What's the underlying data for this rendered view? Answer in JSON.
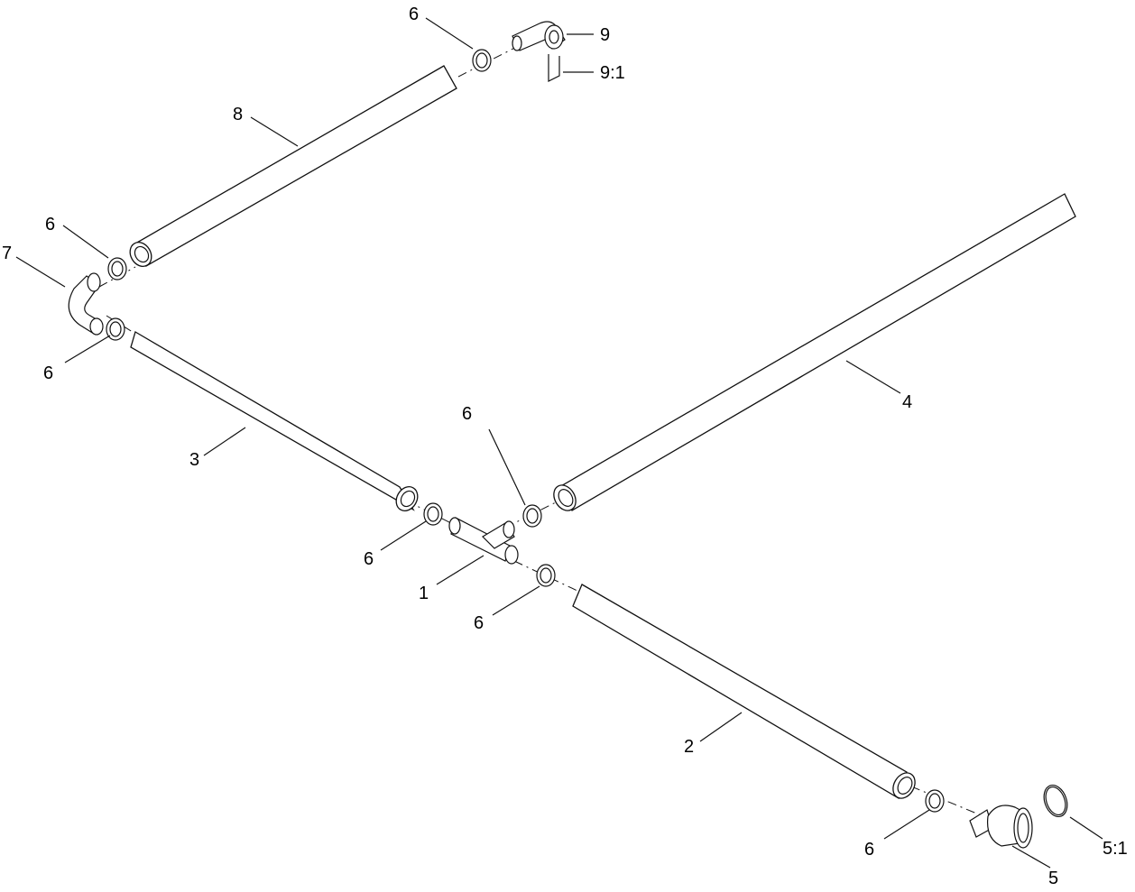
{
  "diagram": {
    "callouts": [
      {
        "id": "c6-top",
        "text": "6"
      },
      {
        "id": "c9",
        "text": "9"
      },
      {
        "id": "c9-1",
        "text": "9:1"
      },
      {
        "id": "c8",
        "text": "8"
      },
      {
        "id": "c6-upper-left",
        "text": "6"
      },
      {
        "id": "c7",
        "text": "7"
      },
      {
        "id": "c6-left",
        "text": "6"
      },
      {
        "id": "c3",
        "text": "3"
      },
      {
        "id": "c6-center-left",
        "text": "6"
      },
      {
        "id": "c1",
        "text": "1"
      },
      {
        "id": "c6-center-right",
        "text": "6"
      },
      {
        "id": "c4",
        "text": "4"
      },
      {
        "id": "c6-center-bottom",
        "text": "6"
      },
      {
        "id": "c2",
        "text": "2"
      },
      {
        "id": "c6-bottom",
        "text": "6"
      },
      {
        "id": "c5",
        "text": "5"
      },
      {
        "id": "c5-1",
        "text": "5:1"
      }
    ]
  }
}
